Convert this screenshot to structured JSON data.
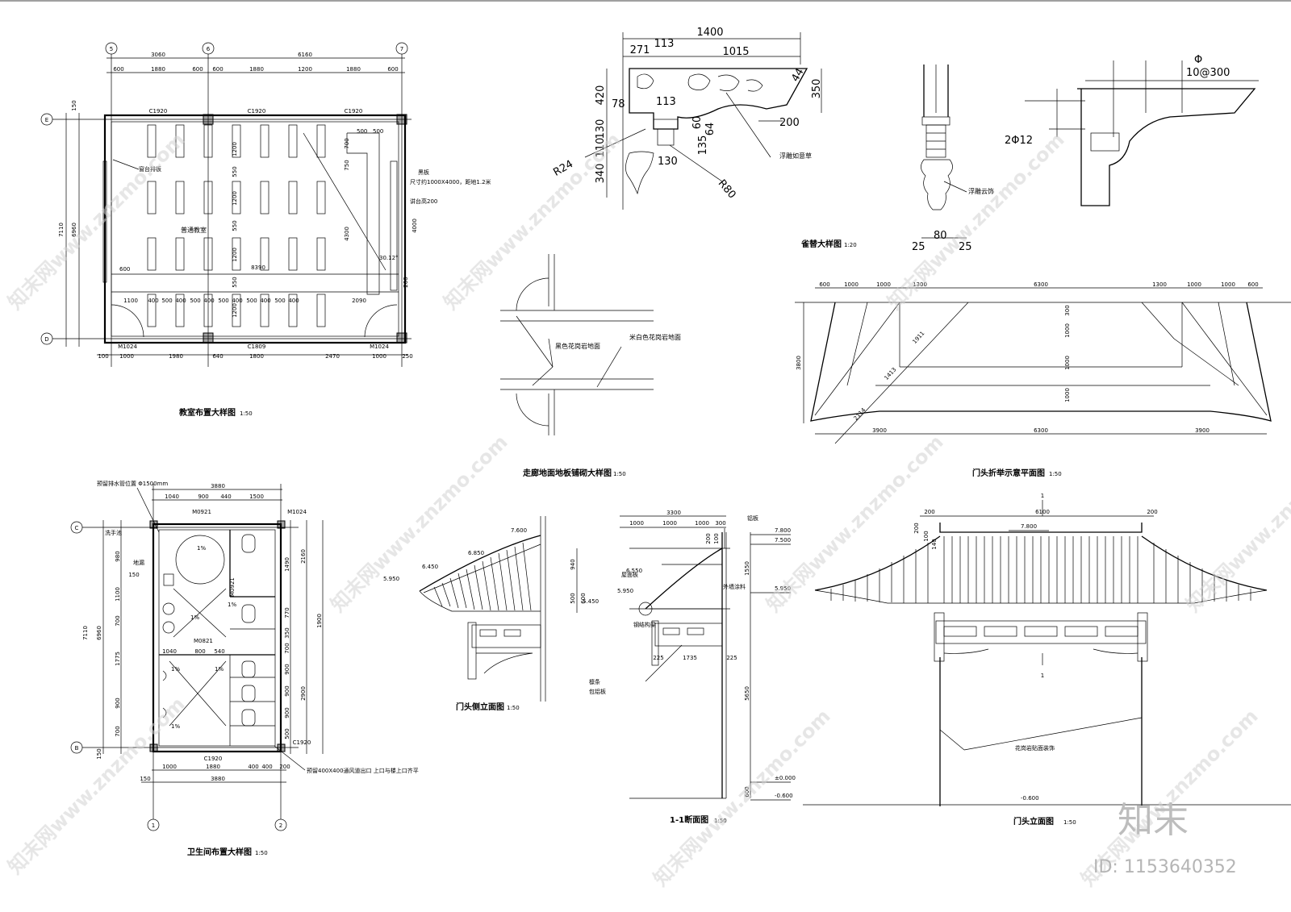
{
  "drawing_titles": {
    "classroom": "教室布置大样图",
    "classroom_scale": "1:50",
    "toilet": "卫生间布置大样图",
    "toilet_scale": "1:50",
    "corridor": "走廊地面地板铺砌大样图",
    "corridor_scale": "1:50",
    "bracket": "雀替大样图",
    "bracket_scale": "1:20",
    "roof_plan": "门头折举示意平面图",
    "roof_plan_scale": "1:50",
    "side_elev": "门头侧立面图",
    "side_elev_scale": "1:50",
    "section": "1-1断面图",
    "section_scale": "1:50",
    "front_elev": "门头立面图",
    "front_elev_scale": "1:50"
  },
  "axes": {
    "classroom": [
      "5",
      "6",
      "7",
      "E",
      "D"
    ],
    "toilet": [
      "C",
      "B",
      "1",
      "2"
    ]
  },
  "classroom": {
    "top_dims_1": [
      "3060",
      "6160"
    ],
    "top_dims_2": [
      "600",
      "1880",
      "600",
      "600",
      "1880",
      "1200",
      "1880",
      "600"
    ],
    "bottom_dims": [
      "100",
      "1000",
      "1980",
      "640",
      "1800",
      "2470",
      "1000",
      "250"
    ],
    "left_dims": [
      "7110",
      "6960",
      "150"
    ],
    "windows": [
      "C1920",
      "C1920",
      "C1920",
      "C1809"
    ],
    "doors": [
      "M1024",
      "M1024"
    ],
    "room_name": "普通教室",
    "desk_dims": [
      "1100",
      "400",
      "500",
      "400",
      "500",
      "400",
      "500",
      "400",
      "500",
      "400",
      "500",
      "400",
      "2090"
    ],
    "vert_dims": [
      "1200",
      "550",
      "1200",
      "550",
      "1200",
      "550",
      "1200"
    ],
    "right_dims": [
      "4300",
      "500",
      "700",
      "500",
      "750",
      "4000",
      "200"
    ],
    "angle": "30.12°",
    "misc": [
      "600",
      "8390"
    ],
    "notes": [
      "黑板",
      "尺寸约1000X4000，距地1.2米",
      "讲台高200",
      "窗台排板"
    ]
  },
  "toilet": {
    "top_dims_1": [
      "3880"
    ],
    "top_dims_2": [
      "1040",
      "900",
      "440",
      "1500"
    ],
    "bottom_dims_1": [
      "1000",
      "1880",
      "400",
      "400",
      "200"
    ],
    "bottom_dims_2": [
      "3880"
    ],
    "bottom_dims_3": [
      "150"
    ],
    "left_dims": [
      "7110",
      "6960",
      "980",
      "1100",
      "700",
      "1775",
      "900",
      "700",
      "150"
    ],
    "right_dims": [
      "1490",
      "770",
      "350",
      "700",
      "900",
      "900",
      "900",
      "500",
      "2160",
      "1900",
      "2900"
    ],
    "inner_dims": [
      "1040",
      "800",
      "540"
    ],
    "doors": [
      "M0921",
      "M1024",
      "M0921",
      "M0821"
    ],
    "windows": [
      "C1920",
      "C1920"
    ],
    "slopes": [
      "1%",
      "1%",
      "1%",
      "1%",
      "1%",
      "1%"
    ],
    "notes": [
      "预留排水管位置 Φ1500mm",
      "洗手池",
      "地漏",
      "预留400X400通风道出口 上口与楼上口齐平"
    ]
  },
  "corridor": {
    "notes": [
      "黑色花岗岩地面",
      "米白色花岗岩地面"
    ]
  },
  "bracket": {
    "dims": [
      "1400",
      "271",
      "113",
      "1015",
      "420",
      "78",
      "113",
      "130",
      "110",
      "340",
      "350",
      "44",
      "200",
      "135",
      "60",
      "64",
      "130",
      "R24",
      "R80",
      "25",
      "80",
      "25",
      "Φ",
      "10@300",
      "2Φ12"
    ],
    "notes": [
      "浮雕如意草",
      "浮雕云饰"
    ]
  },
  "roof_plan": {
    "top_dims": [
      "600",
      "1000",
      "1000",
      "1300",
      "6300",
      "1300",
      "1000",
      "1000",
      "600"
    ],
    "bottom_dims": [
      "3900",
      "6300",
      "3900"
    ],
    "right_dims": [
      "300",
      "1000",
      "1000",
      "1000"
    ],
    "left_dim": "3800",
    "diag_dims": [
      "1911",
      "1413",
      "2114"
    ]
  },
  "side_elev": {
    "levels": [
      "7.600",
      "6.850",
      "6.450",
      "5.950"
    ]
  },
  "section": {
    "top_dims_1": [
      "3300"
    ],
    "top_dims_2": [
      "1000",
      "1000",
      "1000",
      "300"
    ],
    "levels": [
      "7.800",
      "7.500",
      "6.550",
      "5.950",
      "5.450",
      "5.950",
      "±0.000",
      "-0.600"
    ],
    "left_dims": [
      "940",
      "500",
      "600"
    ],
    "right_dims": [
      "1550",
      "5650",
      "600"
    ],
    "small_dims": [
      "200",
      "100",
      "225",
      "1735",
      "225"
    ],
    "notes": [
      "铝板",
      "屋面板",
      "钢结构梁",
      "外墙涂料",
      "檩条",
      "包铝板"
    ]
  },
  "front_elev": {
    "top_dims": [
      "200",
      "6100",
      "200"
    ],
    "left_dims": [
      "200",
      "100",
      "140"
    ],
    "levels": [
      "7.800",
      "-0.600"
    ],
    "section_mark": "1",
    "notes": [
      "花岗岩贴面装饰"
    ]
  },
  "watermark": {
    "text": "知末网www.znzmo.com",
    "brand": "知末",
    "id": "ID: 1153640352"
  }
}
